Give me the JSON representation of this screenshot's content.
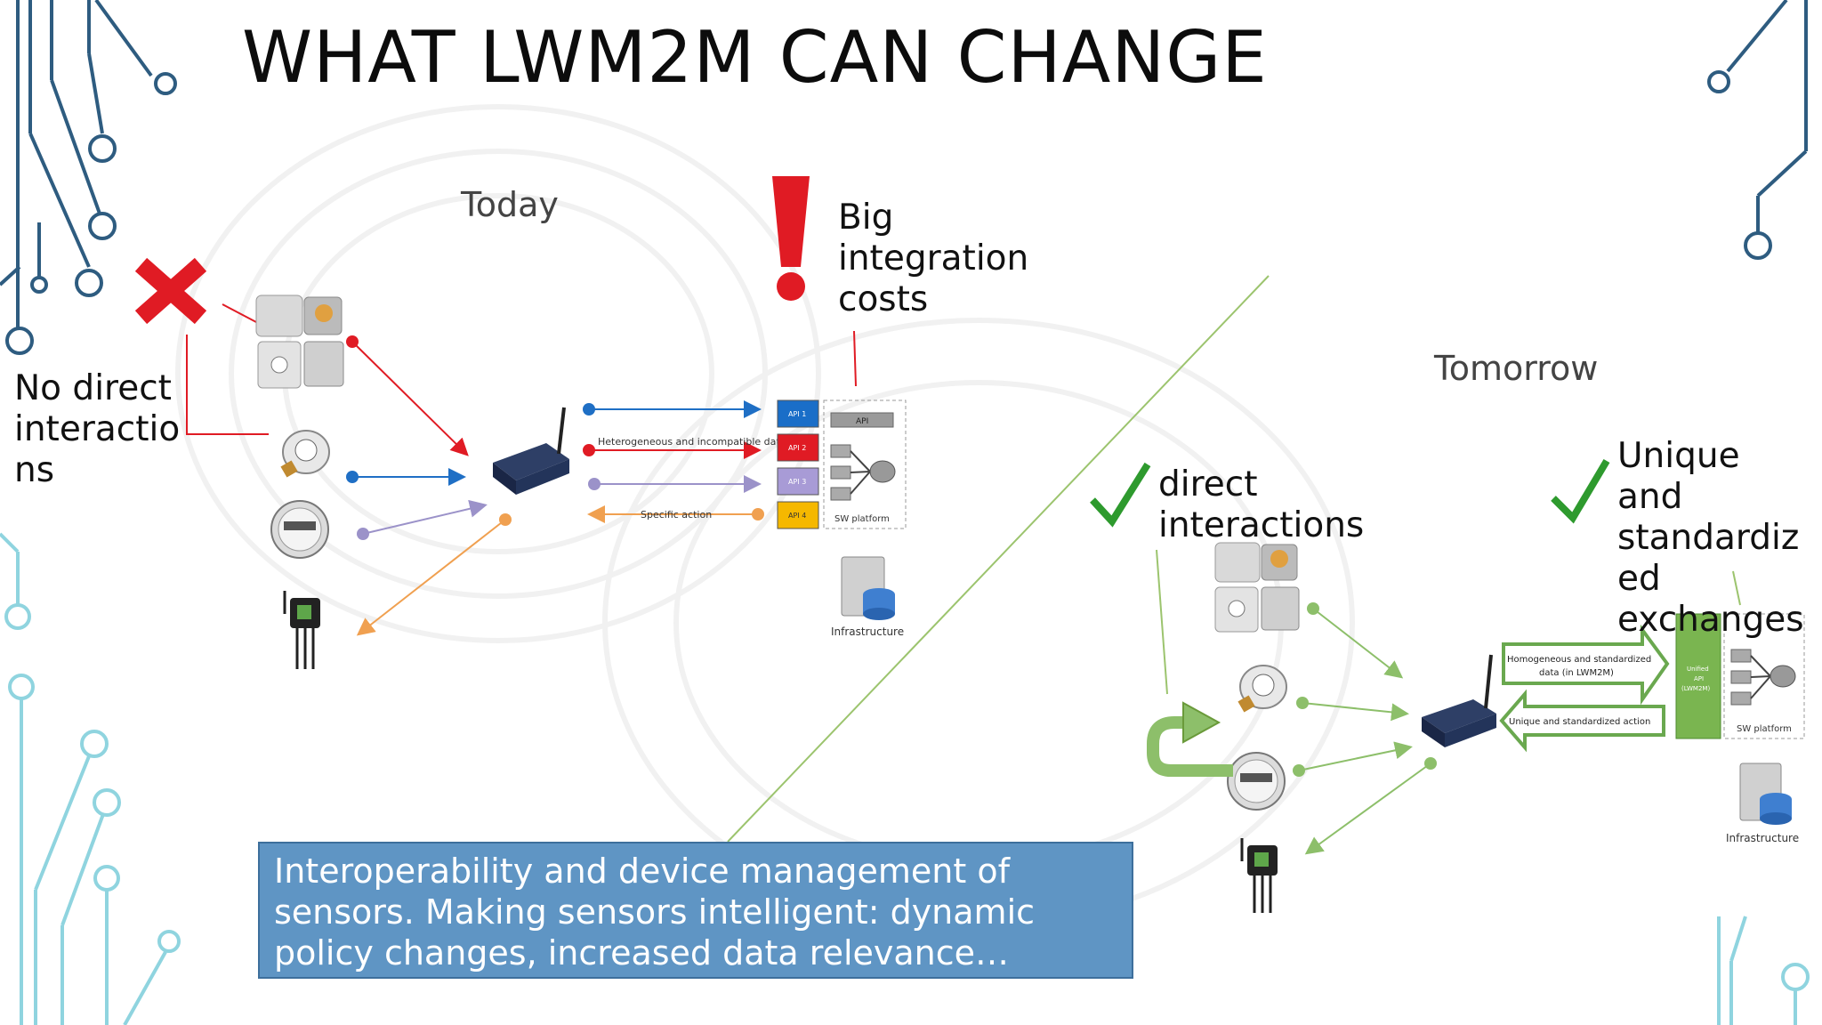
{
  "slide": {
    "title": "WHAT LWM2M CAN CHANGE",
    "today_label": "Today",
    "tomorrow_label": "Tomorrow",
    "big_costs": "Big\nintegration\ncosts",
    "no_direct": "No direct\ninteractio\nns",
    "direct": "direct\ninteractions",
    "unique": "Unique\nand\nstandardiz\ned\nexchanges",
    "callout": "Interoperability and device management of sensors. Making sensors intelligent: dynamic policy changes, increased data relevance…"
  },
  "today_diagram": {
    "hetero_label": "Heterogeneous and incompatible data",
    "specific_action": "Specific action",
    "api_boxes": [
      "API 1",
      "API 2",
      "API 3",
      "API 4"
    ],
    "api_label": "API",
    "sw_platform": "SW platform",
    "infrastructure": "Infrastructure"
  },
  "tomorrow_diagram": {
    "homogeneous_label": "Homogeneous and standardized data (in LWM2M)",
    "unique_action": "Unique and standardized action",
    "unified_api": "Unified API (LWM2M)",
    "sw_platform": "SW platform",
    "infrastructure": "Infrastructure"
  },
  "colors": {
    "red": "#e01b24",
    "blue": "#1f6fc5",
    "lavender": "#9b92c9",
    "orange": "#f0a050",
    "green": "#6aa84f",
    "api1": "#1a6ec8",
    "api2": "#e01b24",
    "api3": "#a89bd6",
    "api4": "#f5b800",
    "callout": "#5f95c4",
    "circuit_dark": "#2e5c80",
    "circuit_light": "#8fd4df"
  }
}
